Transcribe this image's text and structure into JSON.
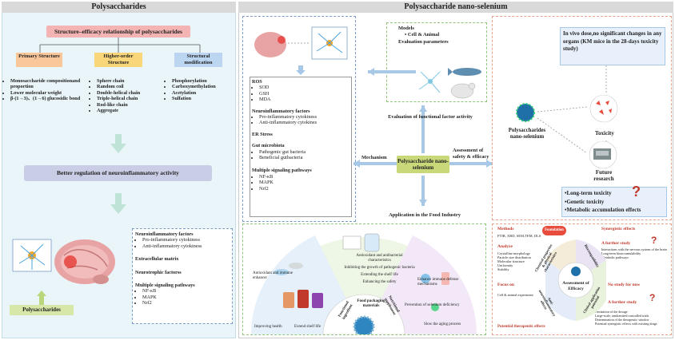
{
  "left": {
    "header": "Polysaccharides",
    "relationship_title": "Structure–efficacy relationship of polysaccharides",
    "columns": [
      {
        "title": "Primary Structure",
        "color": "#f9c79a",
        "items": [
          "Monosaccharide compositionand proportion",
          "Lower molecular weight",
          "β-(1→3)、(1→6) glucosidic bond"
        ]
      },
      {
        "title": "Higher-order Structure",
        "color": "#f9c79a",
        "items": [
          "Sphere chain",
          "Random coil",
          "Double-helical chain",
          "Triple-helical chain",
          "Rod-like chain",
          "Aggregate"
        ]
      },
      {
        "title": "Structural modification",
        "color": "#bcd6f2",
        "items": [
          "Phosphorylation",
          "Carboxymethylation",
          "Acetylation",
          "Sulfation"
        ]
      }
    ],
    "regulation": "Better regulation of neuroinflammatory activity",
    "factors_title": "Neuroinflammatory factors",
    "factors": [
      "Pro-inflammatory cytokiness",
      "Anti-inflammatory cytokiness"
    ],
    "ecm": "Extracellular matrix",
    "neurotrophic": "Neurotrophic factorss",
    "pathways_title": "Multiple signaling pathways",
    "pathways": [
      "NF-κB",
      "MAPK",
      "Nrf2"
    ],
    "source_label": "Polysaccharides"
  },
  "right": {
    "header": "Polysaccharide nano-selenium",
    "models_title": "Models",
    "models_item": "Cell & Animal",
    "eval_params": "Evaluation parameters",
    "ros_title": "ROS",
    "ros": [
      "SOD",
      "GSH",
      "MDA"
    ],
    "neuro_title": "Neuroinflammatory factors",
    "neuro": [
      "Pro-inflammatory cytokiness",
      "Anti-inflammatory cytokines"
    ],
    "er": "ER Stress",
    "gut_title": "Gut microbiota",
    "gut": [
      "Pathogenic gut bacteria",
      "Beneficial gutbacteria"
    ],
    "path_title": "Multiple signaling pathways",
    "paths": [
      "NF-κB",
      "MAPK",
      "Nrf2"
    ],
    "eval_functional": "Evaluation of functional factor activity",
    "center": "Polysaccharide nano-selenium",
    "mechanism": "Mechanism",
    "assessment": "Assessment of safety & efficacy",
    "food": "Application in the Food Industry",
    "food_items": {
      "antioxidant_antibacterial": "Antioxidant and antibacterial characteristics",
      "inhibit": "Inhibiting the growth of pathogenic bacteria",
      "extend_shelf": "Extending the shelf life",
      "enhance_safety": "Enhancing the safety",
      "antioxidant_immune": "Antioxidant and immune enhancer",
      "improve_health": "Improving health",
      "extend_shelf2": "Extend shelf life",
      "functional": "Functional ingredient",
      "packaging": "Food packaging materials",
      "nutritional": "Nutritional supplement",
      "immune_defense": "Enhance immune defense mechanisms",
      "prevent_se": "Prevention of selenium deficiency",
      "slow_aging": "Slow the aging process"
    },
    "invivo": "In vivo dose,no significant changes in any organs (KM mice in the 28-days toxicity study)",
    "toxicity": "Toxicity",
    "pns": "Polysaccharides nano-selenium",
    "future": "Future research",
    "future_items": [
      "•Long-term toxicity",
      "•Genetic toxicity",
      "•Metabolic accumulation effects"
    ],
    "efficacy": {
      "methods_title": "Methods",
      "methods": "FTIR, XRD, SEM,TEM, DLS",
      "foundation": "Foundation",
      "analyze": "Analyze",
      "analyze_items": [
        "Crystalline morphology",
        "Particle size distribution",
        "Molecular structure",
        "Uniformity",
        "Stability"
      ],
      "synergistic": "Synergistic effects",
      "further1": "A further study",
      "further1_items": [
        "Interactions with the nervous system of the brain",
        "Long-term bioaccumulability",
        "Metabolic pathways"
      ],
      "focus": "Focus on",
      "focus_item": "Cell & animal experiment",
      "potential": "Potential therapeutic effects",
      "nostudy": "No study for now",
      "further2": "A further study",
      "further2_items": [
        "Pimization of the dosage",
        "Large-scale, randomized controlled trials",
        "Determination of the therapeutic window",
        "Potential synergistic effects with existing drugs"
      ],
      "center": "Assessment of Efficacy",
      "q1": "Chemical properties & physical characteristics",
      "q2": "Biocompatibility",
      "q3": "Anti-neuroinflammatory effects",
      "q4": "Clinical application potential"
    }
  }
}
